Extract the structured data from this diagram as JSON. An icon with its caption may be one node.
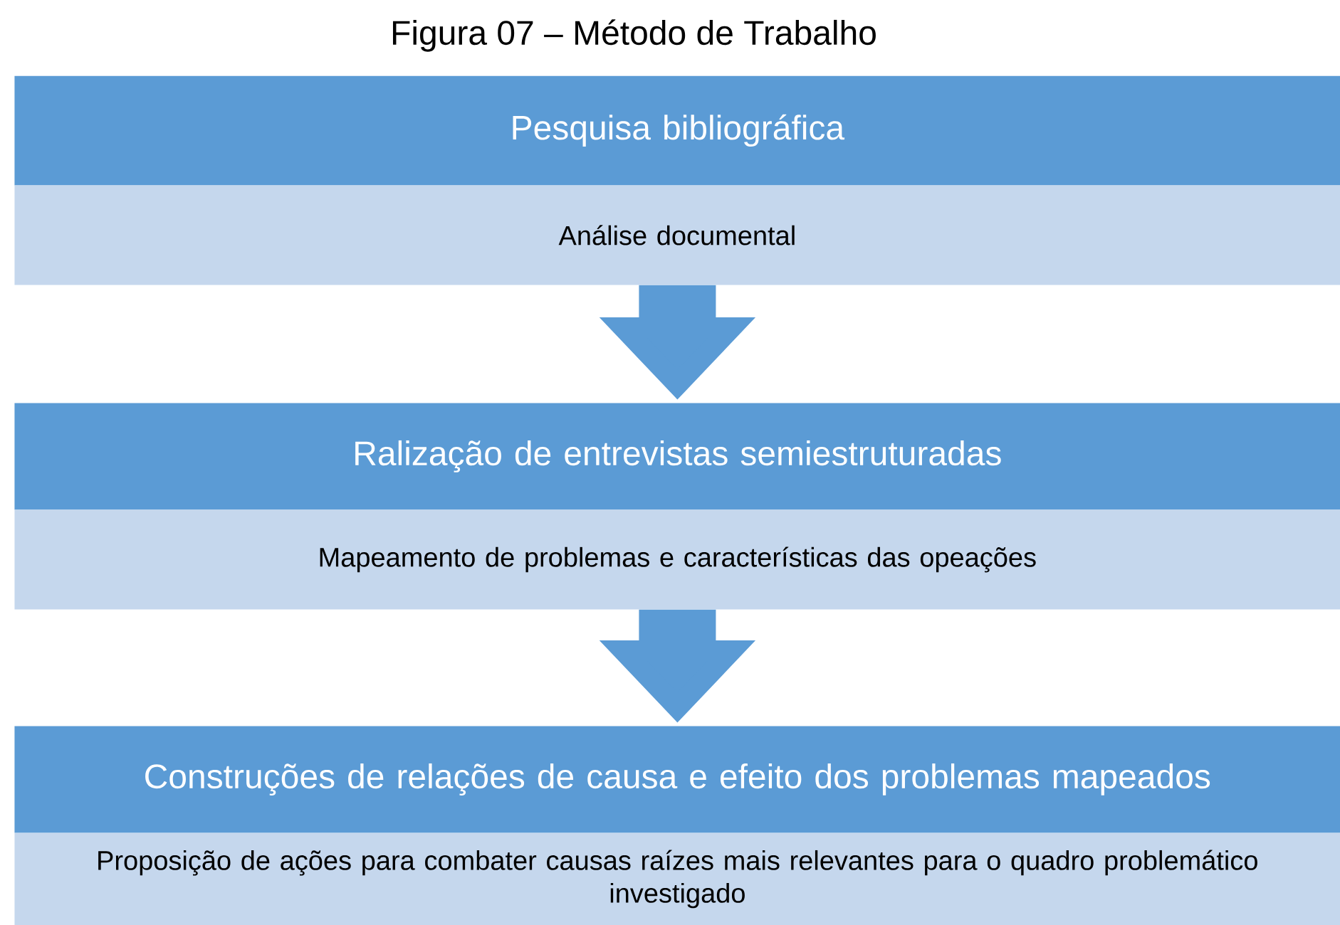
{
  "diagram": {
    "title": "Figura 07 – Método de Trabalho",
    "nodes": [
      {
        "text": [
          "Pesquisa bibliográfica"
        ]
      },
      {
        "text": [
          "Análise documental"
        ]
      },
      {
        "text": [
          "Ralização de entrevistas semiestruturadas"
        ]
      },
      {
        "text": [
          "Mapeamento de problemas e características das opeações"
        ]
      },
      {
        "text": [
          "Construções de relações de causa e efeito dos problemas mapeados"
        ]
      },
      {
        "text": [
          "Proposição de ações para combater causas raízes mais relevantes para o quadro problemático investigado"
        ]
      }
    ],
    "edges": [
      {
        "from": 1,
        "to": 2,
        "arrow": "to"
      },
      {
        "from": 3,
        "to": 4,
        "arrow": "to"
      }
    ]
  }
}
